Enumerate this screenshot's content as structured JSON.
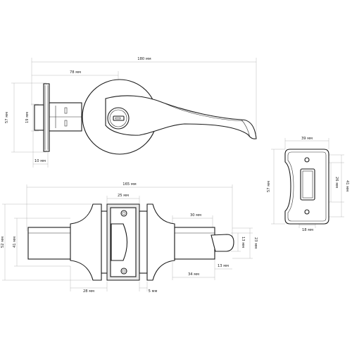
{
  "dimensions": {
    "top_total_length": "180 мм",
    "top_backset": "78 мм",
    "top_plate_height": "57 мм",
    "top_latch_height": "19 мм",
    "top_plate_depth": "10 мм",
    "bottom_total_length": "165 мм",
    "bottom_plate_width": "25 мм",
    "bottom_lever_reach": "30 мм",
    "bottom_outer_diameter": "52 мм",
    "bottom_inner_diameter": "41 мм",
    "bottom_tip_height": "13 мм",
    "bottom_tip_height_outer": "23 мм",
    "bottom_tip_length": "13 мм",
    "bottom_lever_length": "34 мм",
    "bottom_rose_depth": "28 мм",
    "bottom_plate_depth": "5 мм",
    "strike_width": "39 мм",
    "strike_height": "57 мм",
    "strike_window_height": "26 мм",
    "strike_inner_height": "41 мм",
    "strike_window_width": "18 мм"
  }
}
